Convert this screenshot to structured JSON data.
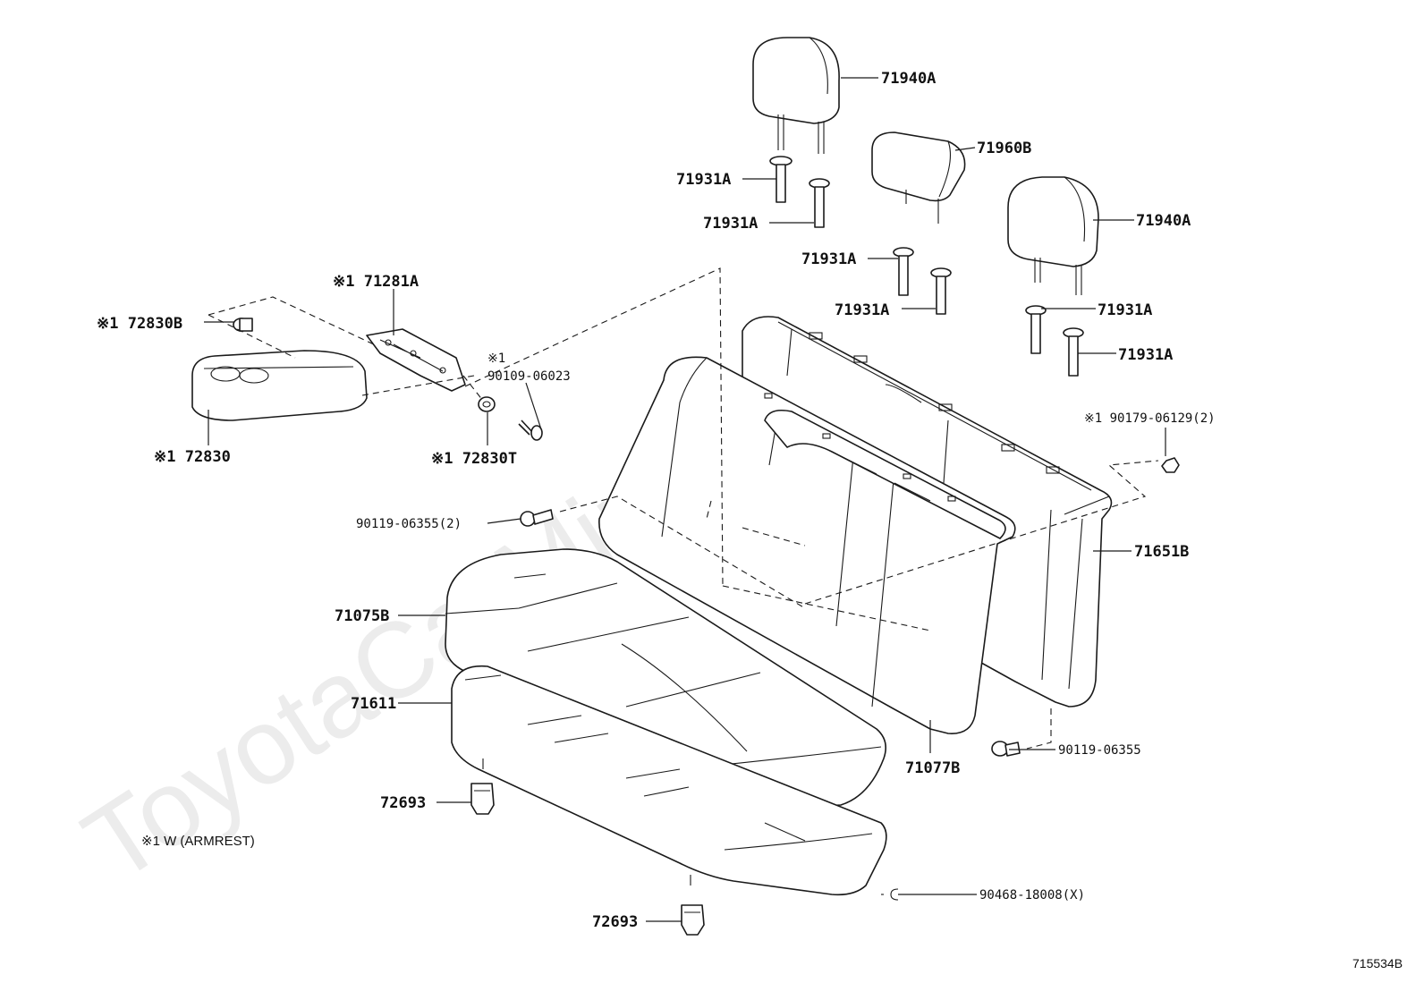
{
  "watermark": "ToyotaCarMine.ru",
  "figure_code": "715534B",
  "note": "※1  W (ARMREST)",
  "labels": {
    "l71940A_1": "71940A",
    "l71960B": "71960B",
    "l71940A_2": "71940A",
    "l71931A_1": "71931A",
    "l71931A_2": "71931A",
    "l71931A_3": "71931A",
    "l71931A_4": "71931A",
    "l71931A_5": "71931A",
    "l71931A_6": "71931A",
    "l71281A": "※1 71281A",
    "l72830B": "※1 72830B",
    "l90109_mark": "※1",
    "l90109": "90109-06023",
    "l72830": "※1 72830",
    "l72830T": "※1 72830T",
    "l90179": "※1 90179-06129(2)",
    "l90119_2": "90119-06355(2)",
    "l71651B": "71651B",
    "l71075B": "71075B",
    "l71611": "71611",
    "l71077B": "71077B",
    "l90119": "90119-06355",
    "l72693_1": "72693",
    "l72693_2": "72693",
    "l90468": "90468-18008(X)"
  }
}
